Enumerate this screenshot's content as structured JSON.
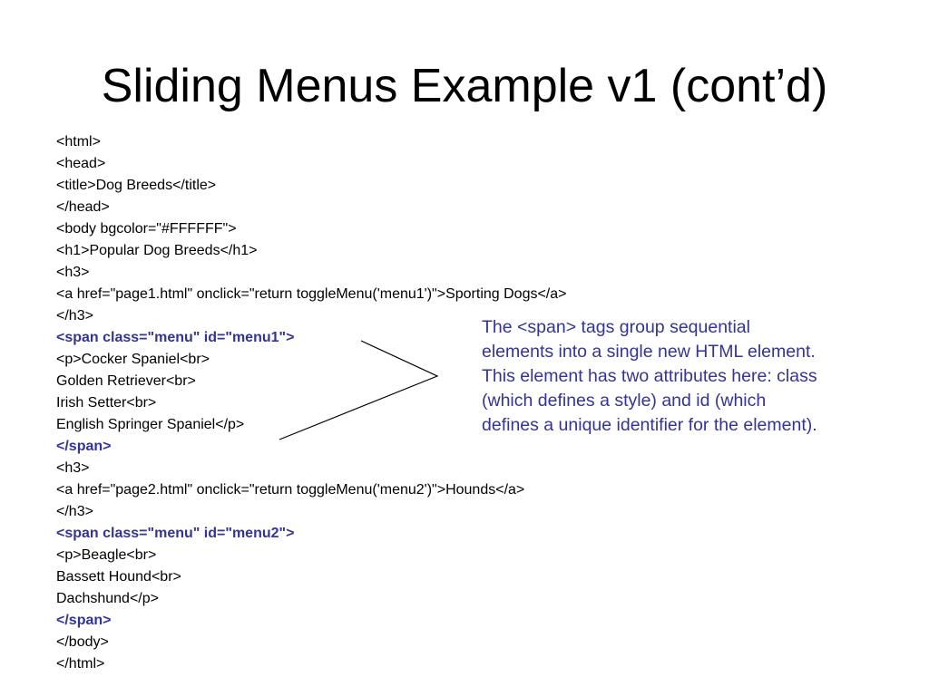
{
  "slide": {
    "title": "Sliding Menus Example v1 (cont’d)"
  },
  "code": {
    "lines": [
      {
        "text": "<html>",
        "highlight": false
      },
      {
        "text": "<head>",
        "highlight": false
      },
      {
        "text": "<title>Dog Breeds</title>",
        "highlight": false
      },
      {
        "text": "</head>",
        "highlight": false
      },
      {
        "text": "<body bgcolor=\"#FFFFFF\">",
        "highlight": false
      },
      {
        "text": "<h1>Popular Dog Breeds</h1>",
        "highlight": false
      },
      {
        "text": "<h3>",
        "highlight": false
      },
      {
        "text": "<a href=\"page1.html\" onclick=\"return toggleMenu('menu1')\">Sporting Dogs</a>",
        "highlight": false
      },
      {
        "text": "</h3>",
        "highlight": false
      },
      {
        "text": "<span class=\"menu\" id=\"menu1\">",
        "highlight": true
      },
      {
        "text": "<p>Cocker Spaniel<br>",
        "highlight": false
      },
      {
        "text": "Golden Retriever<br>",
        "highlight": false
      },
      {
        "text": "Irish Setter<br>",
        "highlight": false
      },
      {
        "text": "English Springer Spaniel</p>",
        "highlight": false
      },
      {
        "text": "</span>",
        "highlight": true
      },
      {
        "text": "<h3>",
        "highlight": false
      },
      {
        "text": "<a href=\"page2.html\" onclick=\"return toggleMenu('menu2')\">Hounds</a>",
        "highlight": false
      },
      {
        "text": "</h3>",
        "highlight": false
      },
      {
        "text": "<span class=\"menu\" id=\"menu2\">",
        "highlight": true
      },
      {
        "text": "<p>Beagle<br>",
        "highlight": false
      },
      {
        "text": "Bassett Hound<br>",
        "highlight": false
      },
      {
        "text": "Dachshund</p>",
        "highlight": false
      },
      {
        "text": "</span>",
        "highlight": true
      },
      {
        "text": "</body>",
        "highlight": false
      },
      {
        "text": "</html>",
        "highlight": false
      }
    ]
  },
  "note": {
    "text": "The <span> tags group sequential elements into a single new HTML element.  This element has two attributes here: class (which defines a style) and id (which defines a unique identifier for the element)."
  },
  "colors": {
    "text": "#000000",
    "highlight": "#333399",
    "background": "#FFFFFF"
  }
}
